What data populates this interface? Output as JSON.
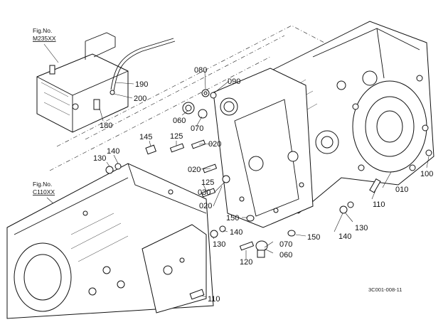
{
  "figure_refs": [
    {
      "id": "fig-m235xx",
      "line1": "Fig.No.",
      "line2": "M235XX"
    },
    {
      "id": "fig-c110xx",
      "line1": "Fig.No.",
      "line2": "C110XX"
    }
  ],
  "callouts": [
    "010",
    "020",
    "020",
    "020",
    "030",
    "060",
    "060",
    "070",
    "070",
    "080",
    "090",
    "100",
    "110",
    "110",
    "120",
    "125",
    "125",
    "130",
    "130",
    "130",
    "140",
    "140",
    "140",
    "145",
    "150",
    "150",
    "180",
    "190",
    "200"
  ],
  "drawing_ref": "3C001-008-11"
}
